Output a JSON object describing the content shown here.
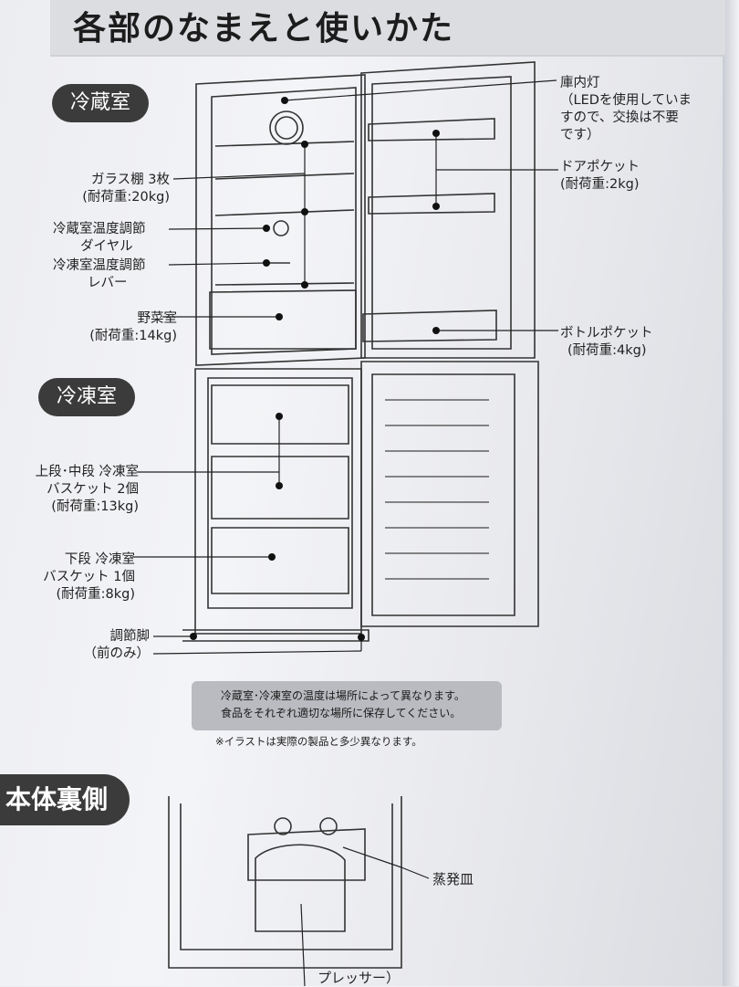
{
  "header": {
    "title": "各部のなまえと使いかた"
  },
  "sections": {
    "fridge": "冷蔵室",
    "freezer": "冷凍室",
    "back": "本体裏側"
  },
  "labels": {
    "interior_light": [
      "庫内灯",
      "（LEDを使用していま",
      "すので、交換は不要",
      "です）"
    ],
    "glass_shelf": [
      "ガラス棚 3枚",
      "(耐荷重:20kg)"
    ],
    "fridge_dial": [
      "冷蔵室温度調節",
      "ダイヤル"
    ],
    "freezer_lever": [
      "冷凍室温度調節",
      "レバー"
    ],
    "vegetable": [
      "野菜室",
      "(耐荷重:14kg)"
    ],
    "door_pocket": [
      "ドアポケット",
      "(耐荷重:2kg)"
    ],
    "bottle_pocket": [
      "ボトルポケット",
      "(耐荷重:4kg)"
    ],
    "upper_baskets": [
      "上段･中段 冷凍室",
      "バスケット 2個",
      "(耐荷重:13kg)"
    ],
    "lower_basket": [
      "下段 冷凍室",
      "バスケット 1個",
      "(耐荷重:8kg)"
    ],
    "feet": [
      "調節脚",
      "（前のみ）"
    ],
    "evaporator": "蒸発皿",
    "compressor": "プレッサー）"
  },
  "note": {
    "line1": "冷蔵室･冷凍室の温度は場所によって異なります。",
    "line2": "食品をそれぞれ適切な場所に保存してください。"
  },
  "footnote": "※イラストは実際の製品と多少異なります。"
}
